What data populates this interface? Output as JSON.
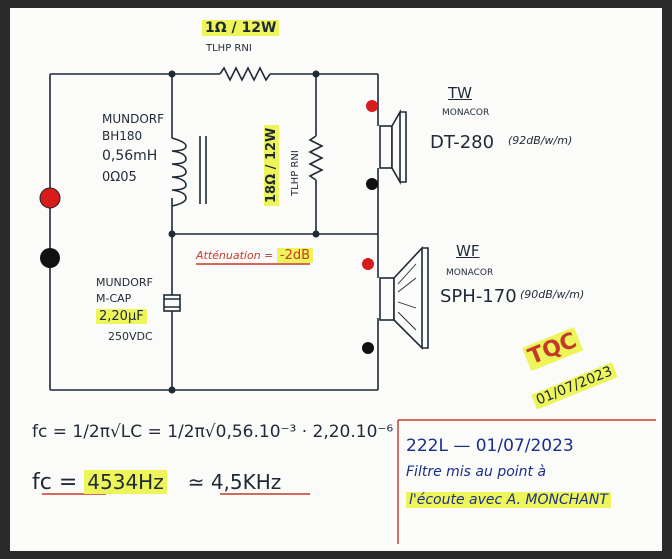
{
  "resistor_series": {
    "value": "1Ω / 12W",
    "type": "TLHP RNI"
  },
  "resistor_shunt": {
    "value": "18Ω / 12W",
    "type": "TLHP RNI"
  },
  "inductor": {
    "brand": "MUNDORF",
    "model": "BH180",
    "value": "0,56mH",
    "resistance": "0Ω05"
  },
  "capacitor": {
    "brand": "MUNDORF",
    "model": "M-CAP",
    "value": "2,20µF",
    "voltage": "250VDC"
  },
  "attenuation": {
    "label": "Atténuation = ",
    "value": "-2dB"
  },
  "tweeter": {
    "tag": "TW",
    "brand": "MONACOR",
    "model": "DT-280",
    "sensitivity": "(92dB/w/m)"
  },
  "woofer": {
    "tag": "WF",
    "brand": "MONACOR",
    "model": "SPH-170",
    "sensitivity": "(90dB/w/m)"
  },
  "stamp": {
    "name": "TQC",
    "date": "01/07/2023"
  },
  "formula": {
    "line1": "fc = 1/2π√LC = 1/2π√0,56.10⁻³ · 2,20.10⁻⁶",
    "fc_label": "fc =",
    "fc_value": "4534Hz",
    "approx": "≃ 4,5KHz"
  },
  "note": {
    "line1": "222L — 01/07/2023",
    "line2": "Filtre mis au point à",
    "line3": "l'écoute avec A. MONCHANT"
  },
  "colors": {
    "ink": "#1f2a36",
    "highlight": "#eef55a",
    "red_ink": "#c43a2a",
    "blue_ink": "#1a2f8a",
    "terminal_red": "#d81c1c"
  }
}
